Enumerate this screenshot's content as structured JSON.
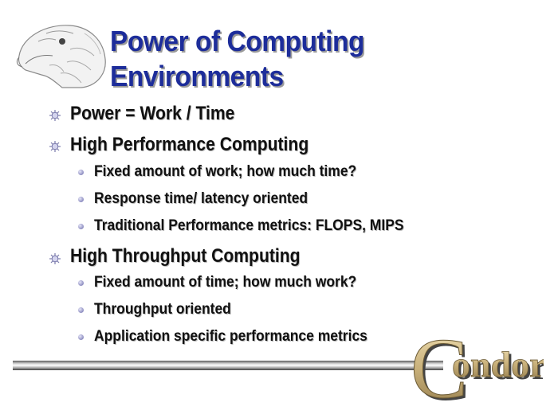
{
  "slide": {
    "title_line1": "Power of Computing",
    "title_line2": "Environments",
    "bullets": [
      {
        "text": "Power = Work / Time",
        "level": 1
      },
      {
        "text": "High Performance Computing",
        "level": 1
      },
      {
        "text": "Fixed amount of work; how much time?",
        "level": 2
      },
      {
        "text": " Response time/ latency oriented",
        "level": 2
      },
      {
        "text": "Traditional Performance metrics:  FLOPS, MIPS",
        "level": 2
      },
      {
        "text": " High Throughput Computing",
        "level": 1
      },
      {
        "text": "Fixed amount of time; how much work?",
        "level": 2
      },
      {
        "text": " Throughput oriented",
        "level": 2
      },
      {
        "text": " Application specific performance metrics",
        "level": 2
      }
    ]
  },
  "logo": {
    "text": "ondor",
    "initial": "C"
  },
  "colors": {
    "title": "#1d2d9a",
    "logo": "#c8b07a"
  }
}
